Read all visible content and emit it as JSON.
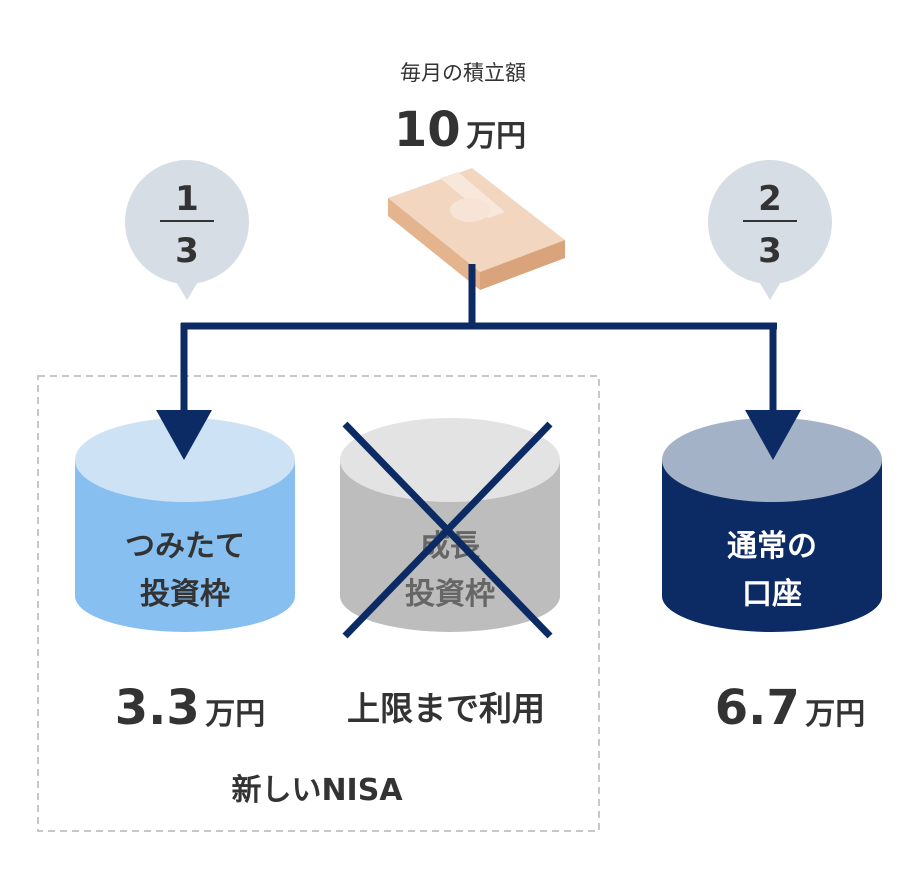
{
  "header": {
    "caption": "毎月の積立額",
    "amount_number": "10",
    "amount_unit": "万円"
  },
  "fractions": {
    "left": {
      "numerator": "1",
      "denominator": "3"
    },
    "right": {
      "numerator": "2",
      "denominator": "3"
    }
  },
  "buckets": {
    "tsumitate": {
      "line1": "つみたて",
      "line2": "投資枠",
      "amount_number": "3.3",
      "amount_unit": "万円"
    },
    "seicho": {
      "line1": "成長",
      "line2": "投資枠",
      "note": "上限まで利用"
    },
    "tsujo": {
      "line1": "通常の",
      "line2": "口座",
      "amount_number": "6.7",
      "amount_unit": "万円"
    }
  },
  "group_label": "新しいNISA",
  "colors": {
    "navy": "#0c2a63",
    "tsumitate_body": "#86bff0",
    "tsumitate_top": "#cde2f4",
    "seicho_body": "#bdbdbd",
    "seicho_top": "#e3e3e3",
    "tsujo_body": "#0c2a63",
    "tsujo_top": "#a4b2c8",
    "bubble": "#d7dde5",
    "text": "#333333"
  }
}
